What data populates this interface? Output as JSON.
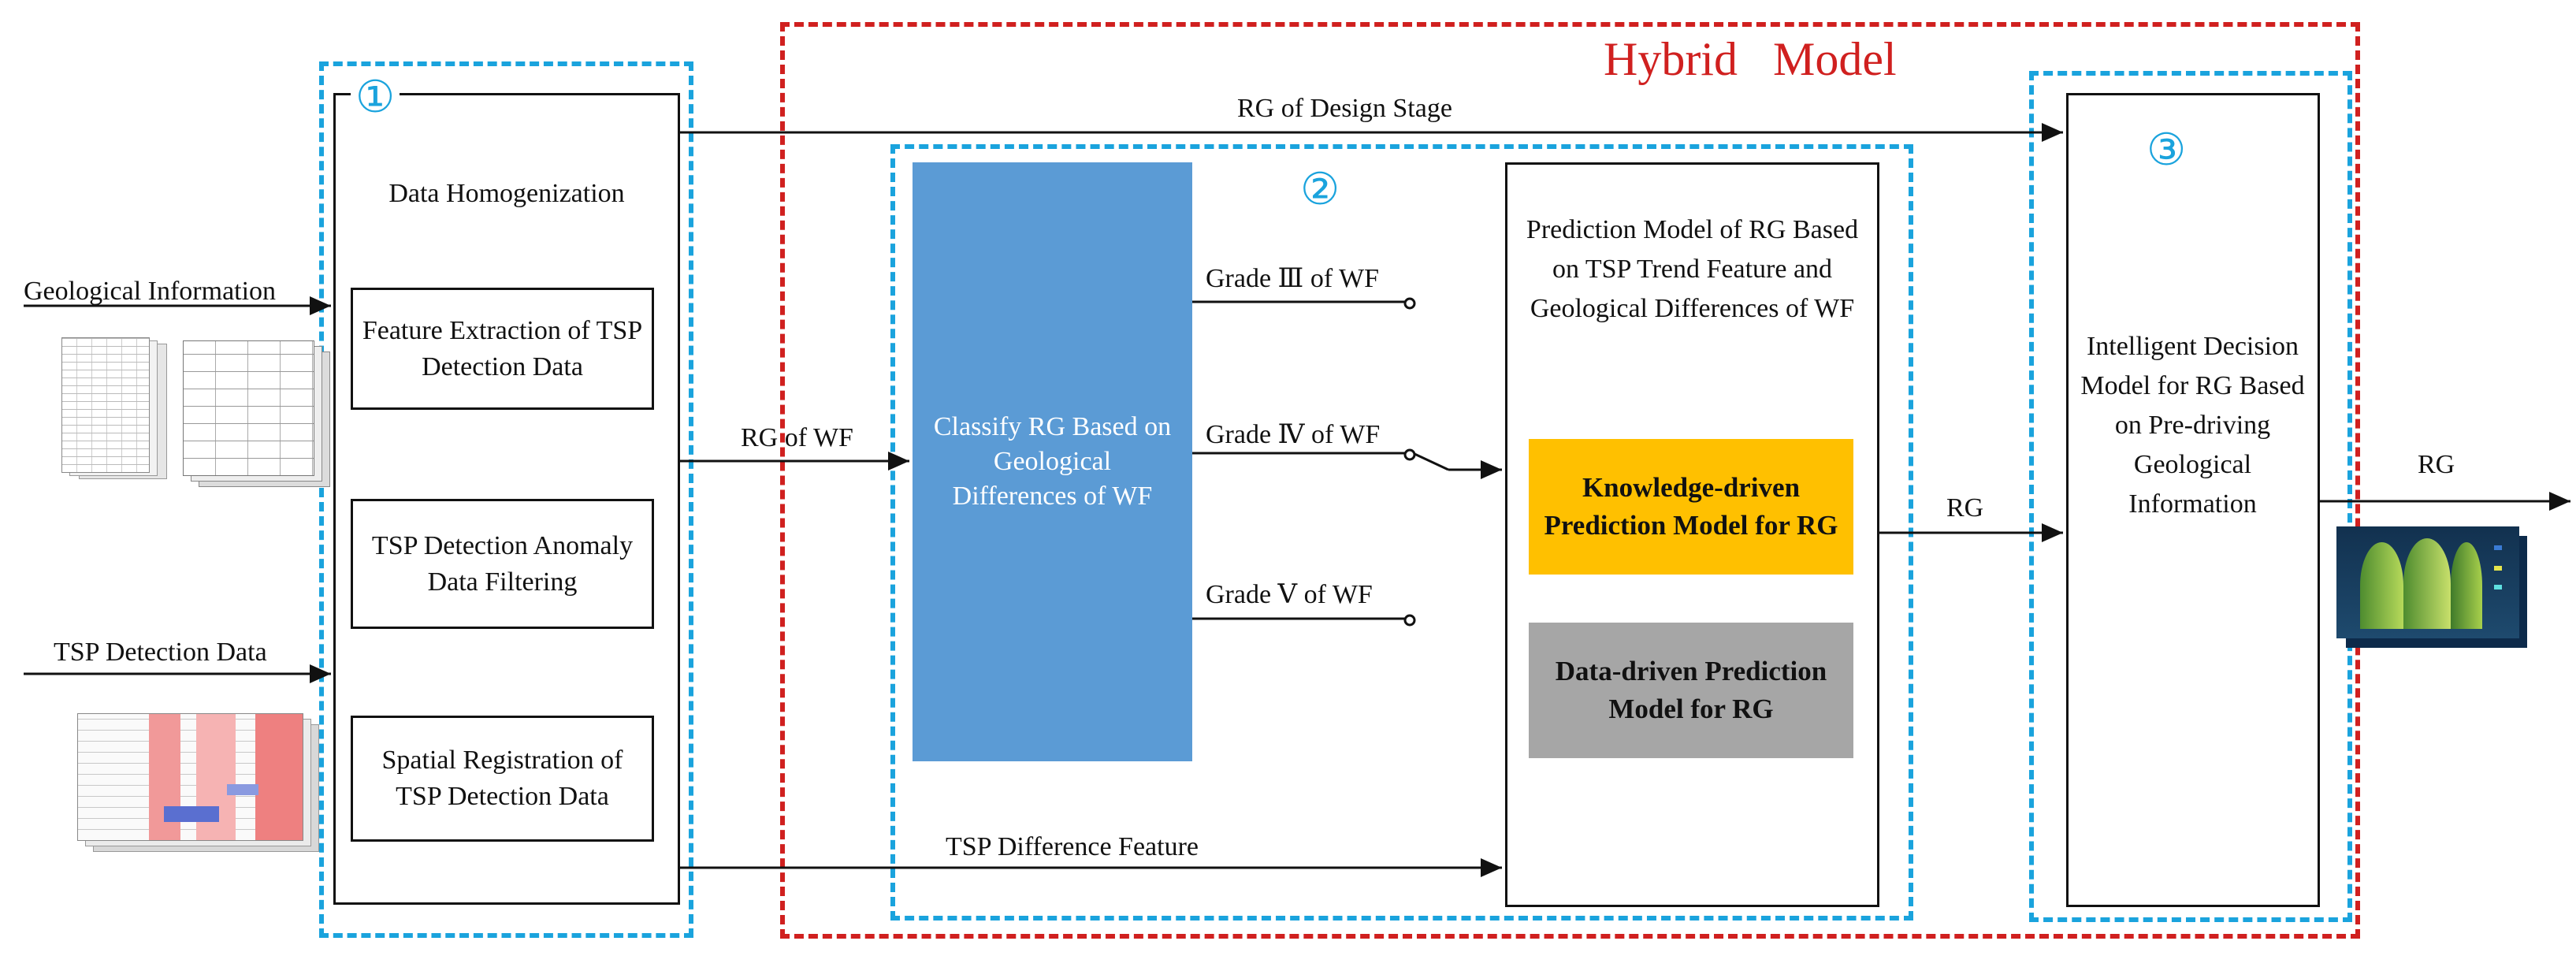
{
  "title": "Hybrid   Model",
  "section_numbers": [
    "①",
    "②",
    "③"
  ],
  "colors": {
    "blue_dash": "#1aa3dd",
    "red_dash": "#d0201f",
    "classify_fill": "#5b9bd5",
    "knowledge_fill": "#ffc000",
    "data_fill": "#a6a6a6"
  },
  "inputs": {
    "geological": "Geological Information",
    "tsp": "TSP Detection Data"
  },
  "stage1": {
    "header": "Data Homogenization",
    "steps": [
      "Feature Extraction of TSP Detection Data",
      "TSP Detection Anomaly Data Filtering",
      "Spatial Registration of TSP Detection Data"
    ]
  },
  "arrows": {
    "design_stage": "RG of Design Stage",
    "rg_of_wf": "RG of WF",
    "tsp_diff": "TSP Difference Feature",
    "rg_mid": "RG",
    "rg_out": "RG"
  },
  "stage2": {
    "classify": "Classify RG Based on Geological Differences of WF",
    "grades": [
      "Grade Ⅲ of WF",
      "Grade Ⅳ of WF",
      "Grade Ⅴ of WF"
    ],
    "prediction_title": "Prediction Model of RG Based on TSP Trend Feature and Geological Differences of WF",
    "knowledge_model": "Knowledge-driven Prediction Model for RG",
    "data_model": "Data-driven Prediction Model for RG"
  },
  "stage3": {
    "decision": "Intelligent Decision Model for RG Based on Pre-driving Geological Information"
  }
}
